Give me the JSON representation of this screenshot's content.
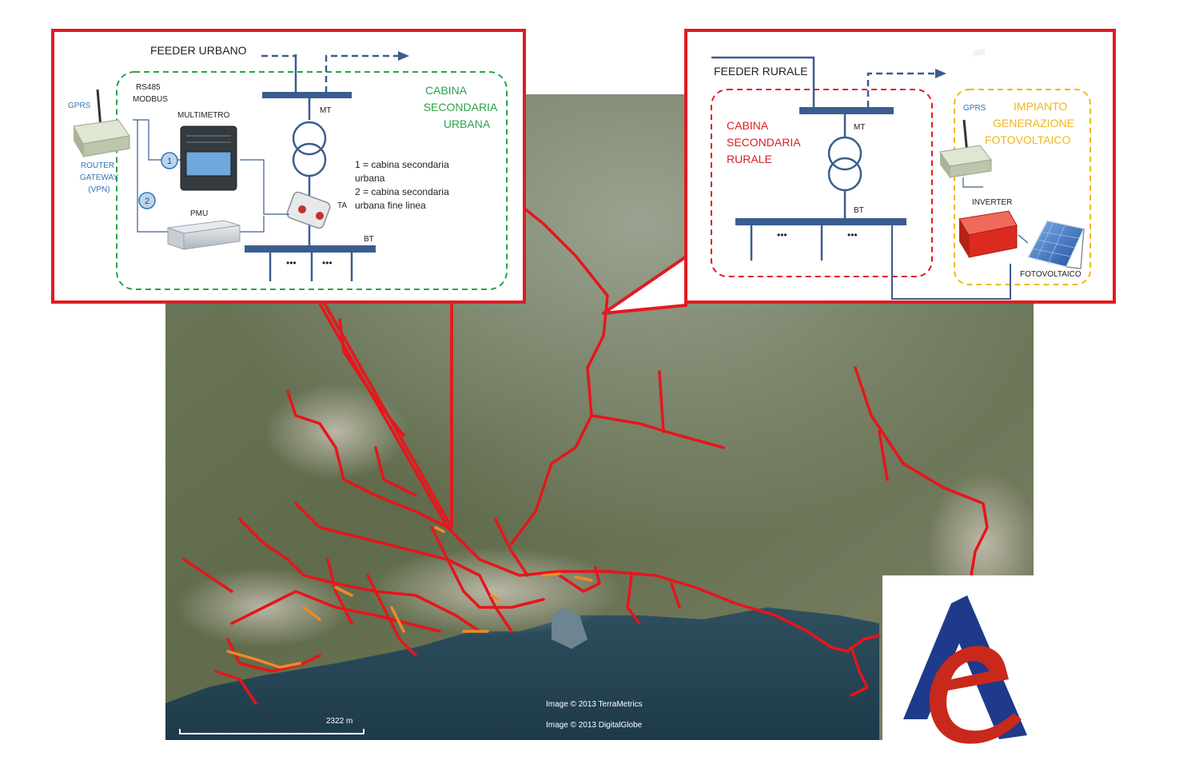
{
  "map": {
    "scale_text": "2322 m",
    "credit_1": "Image © 2013 TerraMetrics",
    "credit_2": "Image © 2013 DigitalGlobe"
  },
  "urban": {
    "feeder": "FEEDER URBANO",
    "title_1": "CABINA",
    "title_2": "SECONDARIA",
    "title_3": "URBANA",
    "gprs": "GPRS",
    "rs485_1": "RS485",
    "rs485_2": "MODBUS",
    "multimetro": "MULTIMETRO",
    "router_1": "ROUTER",
    "router_2": "GATEWAY",
    "router_3": "(VPN)",
    "pmu": "PMU",
    "mt": "MT",
    "ta": "TA",
    "bt": "BT",
    "dots": "•••",
    "marker_1": "1",
    "marker_2": "2",
    "legend_1a": "1 = cabina secondaria",
    "legend_1b": "urbana",
    "legend_2a": "2 = cabina secondaria",
    "legend_2b": "urbana fine linea"
  },
  "rural": {
    "feeder": "FEEDER RURALE",
    "title_1": "CABINA",
    "title_2": "SECONDARIA",
    "title_3": "RURALE",
    "gprs": "GPRS",
    "pv_title_1": "IMPIANTO",
    "pv_title_2": "GENERAZIONE",
    "pv_title_3": "FOTOVOLTAICO",
    "inverter": "INVERTER",
    "fotovoltaico": "FOTOVOLTAICO",
    "mt": "MT",
    "bt": "BT",
    "dots": "•••"
  },
  "colors": {
    "callout_border": "#e11b22",
    "bus_blue": "#3a5d8f",
    "urban_green": "#2aa24a",
    "rural_red": "#e11b22",
    "pv_yellow": "#f2b619",
    "gprs_blue": "#2e75b6",
    "network_red": "#e8141b",
    "network_orange": "#f08a24",
    "logo_blue": "#1f3a8a",
    "logo_red": "#c8291b"
  }
}
